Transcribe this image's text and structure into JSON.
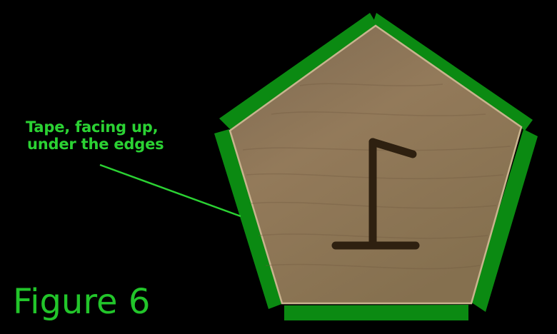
{
  "callout": {
    "line1": "Tape, facing up,",
    "line2": "under the edges"
  },
  "figure": {
    "label": "Figure 6"
  },
  "colors": {
    "background": "#000000",
    "tape": "#0b8a12",
    "callout_text": "#2bd233",
    "figure_label": "#22c52a",
    "wood_base": "#8c7456",
    "wood_border": "#c8b48e",
    "rune": "#2e2010"
  },
  "icons": {
    "piece": "pentagon-wood-piece",
    "rune": "rune-symbol-icon"
  }
}
